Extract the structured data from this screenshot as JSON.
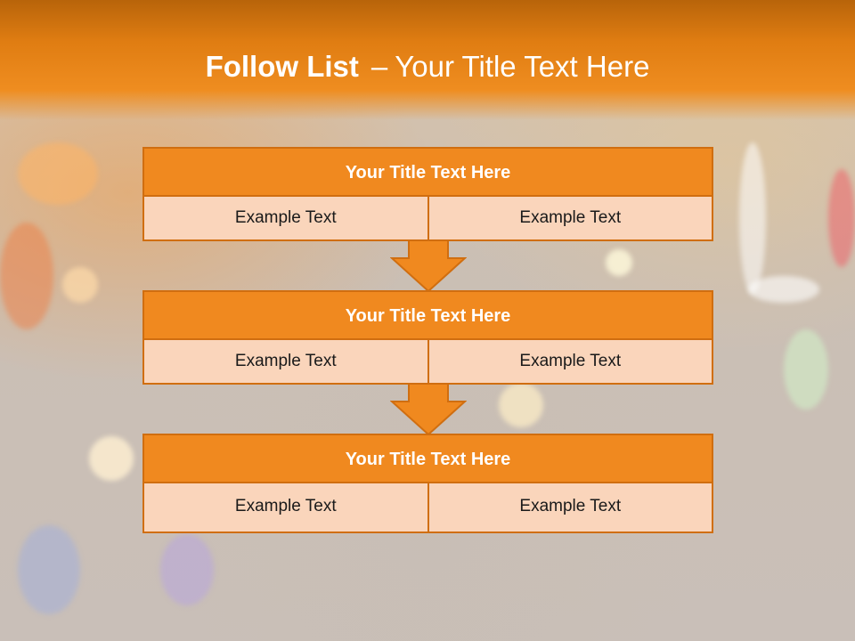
{
  "slide": {
    "title_bold": "Follow List",
    "title_dash": "–",
    "title_rest": "Your Title Text Here"
  },
  "blocks": [
    {
      "title": "Your Title Text Here",
      "left": "Example Text",
      "right": "Example Text"
    },
    {
      "title": "Your Title Text Here",
      "left": "Example Text",
      "right": "Example Text"
    },
    {
      "title": "Your Title Text Here",
      "left": "Example Text",
      "right": "Example Text"
    }
  ],
  "colors": {
    "header_orange": "#ef8d20",
    "block_title": "#f0891f",
    "block_border": "#d06e10",
    "cell_fill": "#fad5bb"
  }
}
